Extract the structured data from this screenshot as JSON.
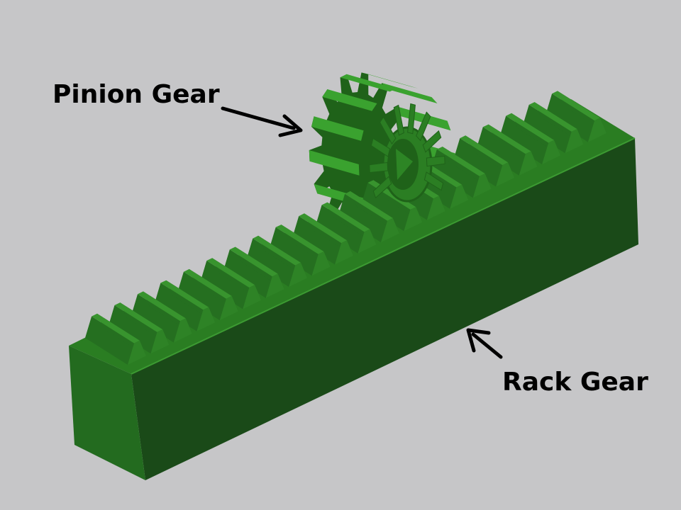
{
  "labels": {
    "pinion": "Pinion Gear",
    "rack": "Rack Gear"
  },
  "colors": {
    "background": "#c6c6c8",
    "rack_top": "#2a7d22",
    "rack_front": "#1a4a18",
    "rack_end": "#236b1f",
    "rack_edge": "#3c9a32",
    "tooth_top": "#38942e",
    "tooth_flank": "#256f20",
    "tooth_face": "#2e8326",
    "pinion_dark": "#1f6219",
    "pinion_face": "#2b7e23",
    "pinion_light": "#3aa22f",
    "hub_hole": "#2d8525",
    "arrow": "#000000"
  },
  "rack": {
    "teeth": 21
  },
  "pinion": {
    "teeth": 14
  }
}
